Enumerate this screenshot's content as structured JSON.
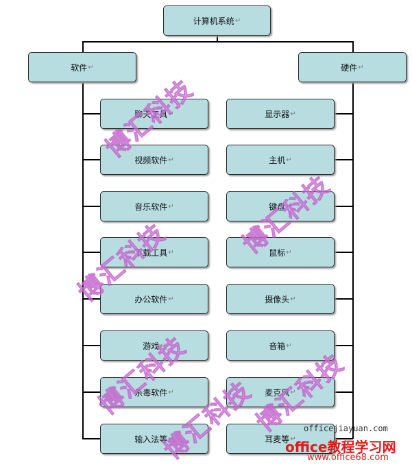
{
  "return_mark": "↵",
  "root": {
    "label": "计算机系统"
  },
  "left_branch": {
    "label": "软件",
    "items": [
      "聊天工具",
      "视频软件",
      "音乐软件",
      "下载工具",
      "办公软件",
      "游戏",
      "杀毒软件",
      "输入法等"
    ]
  },
  "right_branch": {
    "label": "硬件",
    "items": [
      "显示器",
      "主机",
      "键盘",
      "鼠标",
      "摄像头",
      "音箱",
      "麦克风",
      "耳麦等"
    ]
  },
  "watermarks": [
    "博汇科技",
    "博汇科技",
    "博汇科技",
    "博汇科技",
    "博汇科技",
    "博汇科技"
  ],
  "footer": {
    "site": "officejiayuan.com",
    "brand": "office教程学习网",
    "url": "www.office68.com"
  }
}
